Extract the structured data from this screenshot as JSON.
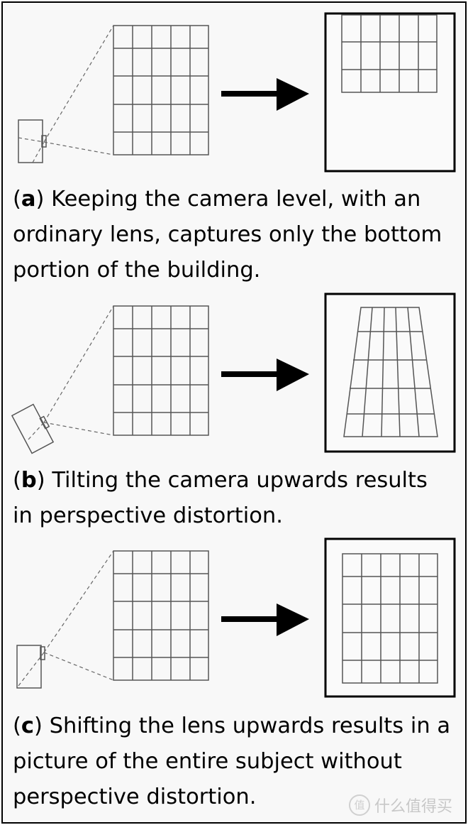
{
  "panels": [
    {
      "letter": "a",
      "caption": "Keeping the camera level, with an ordinary lens, captures only the bottom portion of the building.",
      "camera": "level",
      "result_image": "building bottom only"
    },
    {
      "letter": "b",
      "caption": "Tilting the camera upwards results in perspective distortion.",
      "camera": "tilted upwards",
      "result_image": "keystone distorted building"
    },
    {
      "letter": "c",
      "caption": "Shifting the lens upwards results in a picture of the entire subject without perspective distortion.",
      "camera": "level, lens shifted up",
      "result_image": "entire building undistorted"
    }
  ],
  "icons": {
    "arrow": "right-arrow-icon",
    "camera": "camera-icon"
  },
  "watermark": {
    "logo_glyph": "值",
    "text": "什么值得买"
  },
  "colors": {
    "line": "#555555",
    "arrow": "#000000",
    "background": "#f8f8f8"
  }
}
